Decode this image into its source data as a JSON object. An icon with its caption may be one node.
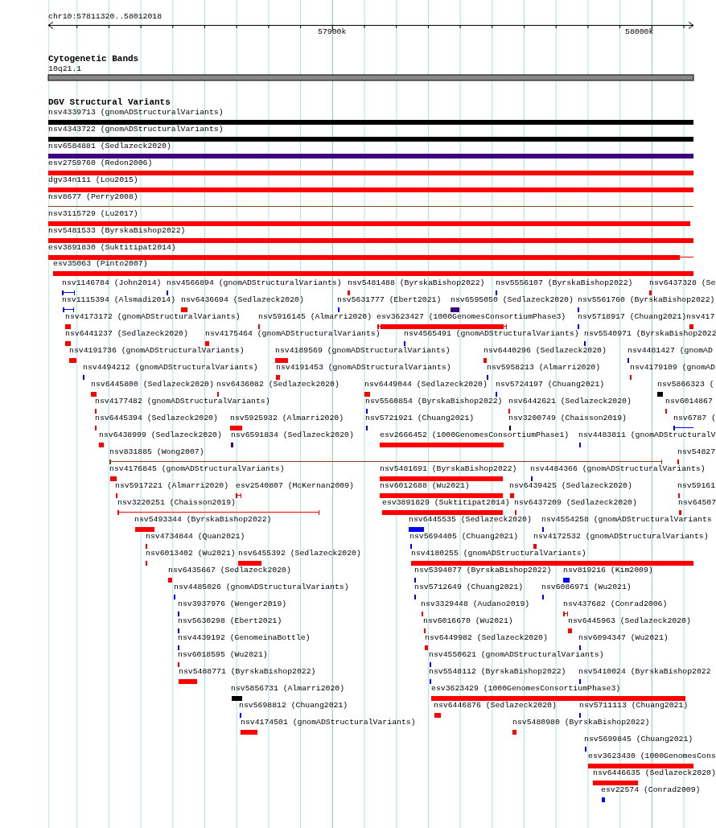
{
  "diagram": {
    "labels": [
      "chr10:57811320..58012018",
      "57900k",
      "58000k",
      "Cytogenetic Bands",
      "10q21.1",
      "DGV Structural Variants",
      "nsv4339713 (gnomADStructuralVariants)",
      "nsv4343722 (gnomADStructuralVariants)",
      "nsv6584881 (Sedlazeck2020)",
      "esv2759760 (Redon2006)",
      "dgv34n111 (Lou2015)",
      "nsv8677 (Perry2008)",
      "nsv3115729 (Lu2017)",
      "nsv5481533 (ByrskaBishop2022)",
      "esv3891830 (Suktitipat2014)",
      "esv35063 (Pinto2007)",
      "nsv1146784 (John2014)",
      "nsv4566894 (gnomADStructuralVariants)",
      "nsv5481488 (ByrskaBishop2022)",
      "nsv5556107 (ByrskaBishop2022)",
      "nsv6437328 (Se",
      "nsv1115394 (Alsmadi2014)",
      "nsv6436694 (Sedlazeck2020)",
      "nsv5631777 (Ebert2021)",
      "nsv6595050 (Sedlazeck2020)",
      "nsv5561760 (ByrskaBishop2022)",
      "nsv4173172 (gnomADStructuralVariants)",
      "nsv5916145 (Almarri2020)",
      "esv3623427 (1000GenomesConsortiumPhase3)",
      "nsv5718917 (Chuang2021)",
      "nsv417",
      "nsv6441237 (Sedlazeck2020)",
      "nsv4175464 (gnomADStructuralVariants)",
      "nsv4565491 (gnomADStructuralVariants)",
      "nsv5540971 (ByrskaBishop2022",
      "nsv4191736 (gnomADStructuralVariants)",
      "nsv4189569 (gnomADStructuralVariants)",
      "nsv6440296 (Sedlazeck2020)",
      "nsv4481427 (gnomAD",
      "nsv4494212 (gnomADStructuralVariants)",
      "nsv4191453 (gnomADStructuralVariants)",
      "nsv5958213 (Almarri2020)",
      "nsv4179109 (gnomAD",
      "nsv6445800 (Sedlazeck2020)",
      "nsv6436082 (Sedlazeck2020)",
      "nsv6449044 (Sedlazeck2020)",
      "nsv5724197 (Chuang2021)",
      "nsv5866323 (",
      "nsv4177482 (gnomADStructuralVariants)",
      "nsv5560854 (ByrskaBishop2022)",
      "nsv6442621 (Sedlazeck2020)",
      "nsv6014867",
      "nsv6445394 (Sedlazeck2020)",
      "nsv5925932 (Almarri2020)",
      "nsv5721921 (Chuang2021)",
      "nsv3200749 (Chaisson2019)",
      "nsv6787 (",
      "nsv6438999 (Sedlazeck2020)",
      "nsv6591834 (Sedlazeck2020)",
      "esv2666452 (1000GenomesConsortiumPhase1)",
      "nsv4483811 (gnomADStructuralV",
      "nsv831885 (Wong2007)",
      "nsv54827",
      "nsv4176845 (gnomADStructuralVariants)",
      "nsv5481691 (ByrskaBishop2022)",
      "nsv4484366 (gnomADStructuralVariants)",
      "nsv5917221 (Almarri2020)",
      "esv2540807 (McKernan2009)",
      "nsv6012688 (Wu2021)",
      "nsv6439425 (Sedlazeck2020)",
      "nsv59161",
      "nsv3220251 (Chaisson2019)",
      "esv3891829 (Suktitipat2014)",
      "nsv6437209 (Sedlazeck2020)",
      "nsv64507",
      "nsv5493344 (ByrskaBishop2022)",
      "nsv6445535 (Sedlazeck2020)",
      "nsv4554258 (gnomADStructuralVariants",
      "nsv4734844 (Quan2021)",
      "nsv5694405 (Chuang2021)",
      "nsv4172532 (gnomADStructuralVariants)",
      "nsv6013402 (Wu2021)",
      "nsv6455392 (Sedlazeck2020)",
      "nsv4180255 (gnomADStructuralVariants)",
      "nsv6435667 (Sedlazeck2020)",
      "nsv5394077 (ByrskaBishop2022)",
      "nsv819216 (Kim2009)",
      "nsv4485026 (gnomADStructuralVariants)",
      "nsv5712649 (Chuang2021)",
      "nsv6086971 (Wu2021)",
      "nsv3937976 (Wenger2019)",
      "nsv3329448 (Audano2019)",
      "nsv437682 (Conrad2006)",
      "nsv5630298 (Ebert2021)",
      "nsv6016670 (Wu2021)",
      "nsv6445963 (Sedlazeck2020)",
      "nsv4439192 (GenomeinaBottle)",
      "nsv6449982 (Sedlazeck2020)",
      "nsv6094347 (Wu2021)",
      "nsv6018595 (Wu2021)",
      "nsv4550621 (gnomADStructuralVariants)",
      "nsv5488771 (ByrskaBishop2022)",
      "nsv5548112 (ByrskaBishop2022)",
      "nsv5410024 (ByrskaBishop2022",
      "nsv5856731 (Almarri2020)",
      "esv3623429 (1000GenomesConsortiumPhase3)",
      "nsv5698812 (Chuang2021)",
      "nsv6446876 (Sedlazeck2020)",
      "nsv5711113 (Chuang2021)",
      "nsv4174501 (gnomADStructuralVariants)",
      "nsv5480980 (ByrskaBishop2022)",
      "nsv5699845 (Chuang2021)",
      "esv3623430 (1000GenomesCons",
      "nsv6446635 (Sedlazeck2020)",
      "esv22574 (Conrad2009)"
    ]
  }
}
